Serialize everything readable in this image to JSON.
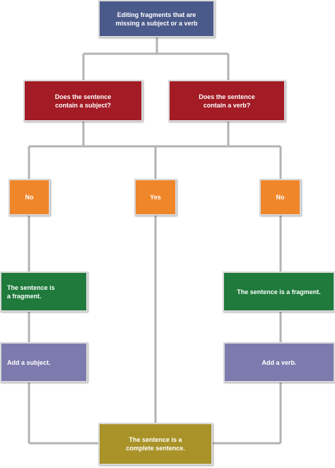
{
  "nodes": {
    "start": {
      "text": "Editing fragments that are\nmissing a subject or a verb",
      "color": "#4a5a8a"
    },
    "q_subject": {
      "text": "Does the sentence\ncontain a subject?",
      "color": "#a31b25"
    },
    "q_verb": {
      "text": "Does the sentence\ncontain a verb?",
      "color": "#a31b25"
    },
    "no_left": {
      "text": "No",
      "color": "#f0862a"
    },
    "yes": {
      "text": "Yes",
      "color": "#f0862a"
    },
    "no_right": {
      "text": "No",
      "color": "#f0862a"
    },
    "frag_left": {
      "text": "The sentence is\na fragment.",
      "color": "#1f7a3c"
    },
    "frag_right": {
      "text": "The sentence is a fragment.",
      "color": "#1f7a3c"
    },
    "add_subject": {
      "text": "Add a subject.",
      "color": "#7d7bae"
    },
    "add_verb": {
      "text": "Add a verb.",
      "color": "#7d7bae"
    },
    "complete": {
      "text": "The sentence is a\ncomplete sentence.",
      "color": "#a99328"
    }
  }
}
